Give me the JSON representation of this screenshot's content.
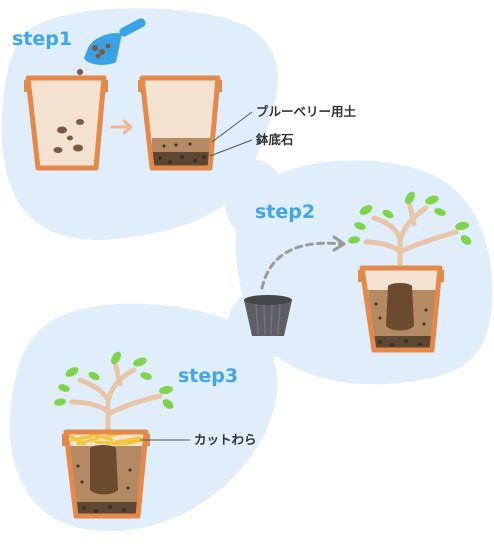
{
  "steps": [
    {
      "label": "step1"
    },
    {
      "label": "step2"
    },
    {
      "label": "step3"
    }
  ],
  "callouts": {
    "soil": "ブルーベリー用土",
    "stones": "鉢底石",
    "straw": "カットわら"
  },
  "icons": {
    "scoop": "scoop-icon",
    "arrow": "right-arrow-icon",
    "dashed_arrow": "dashed-arrow-icon",
    "nursery_pot": "nursery-pot-icon",
    "plant": "blueberry-plant-icon"
  },
  "colors": {
    "bubble": "#dfeefa",
    "step_text": "#3fa7e8",
    "pot_outline": "#e3894a",
    "pot_fill": "#f3e2cf",
    "soil": "#8a6a4d",
    "stones": "#5c4733",
    "straw": "#f6c431",
    "leaf": "#7ed44a",
    "branch": "#e6c6a6",
    "scoop": "#3aa3e6",
    "arrow": "#f3b48f",
    "dashed": "#9a9a9a",
    "nursery_pot": "#5d5f66"
  }
}
